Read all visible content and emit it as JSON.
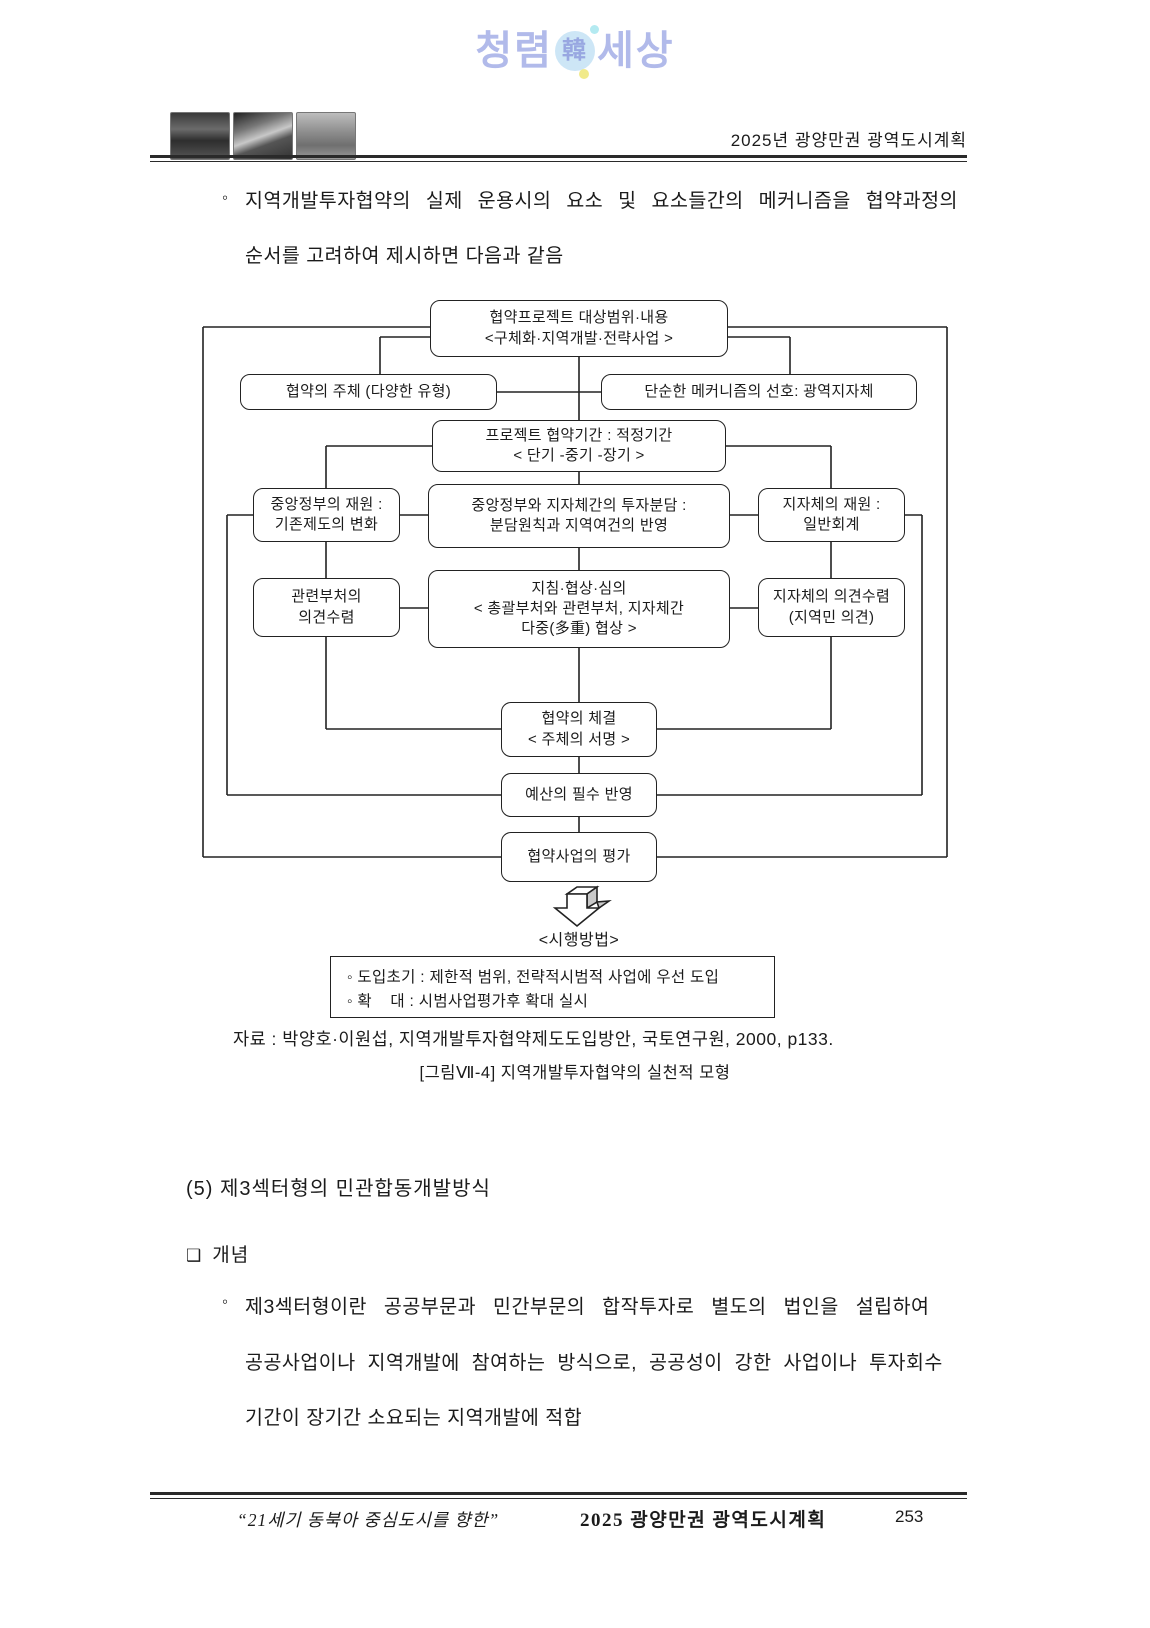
{
  "watermark": {
    "left": "청렴",
    "circle": "韓",
    "right": "세상"
  },
  "colors": {
    "watermark_text": "#a9b3e8",
    "watermark_circle": "#c8e4f6",
    "watermark_char": "#8d9ede",
    "watermark_dot_cyan": "#ace8f0",
    "watermark_dot_yellow": "#f0e87e",
    "line_color": "#222222"
  },
  "header": {
    "title": "2025년 광양만권 광역도시계획"
  },
  "intro": {
    "bullet": "◦",
    "line1": "지역개발투자협약의 실제 운용시의 요소 및 요소들간의 메커니즘을 협약과정의",
    "line2": "순서를 고려하여 제시하면 다음과 같음"
  },
  "diagram": {
    "boxes": {
      "project_scope": {
        "line1": "협약프로젝트 대상범위·내용",
        "line2": "<구체화·지역개발·전략사업 >"
      },
      "subject": {
        "line1": "협약의 주체 (다양한 유형)"
      },
      "mechanism": {
        "line1": "단순한 메커니즘의 선호: 광역지자체"
      },
      "period": {
        "line1": "프로젝트 협약기간 : 적정기간",
        "line2": "< 단기 -중기 -장기 >"
      },
      "central_fund": {
        "line1": "중앙정부의 재원 :",
        "line2": "기존제도의 변화"
      },
      "invest_share": {
        "line1": "중앙정부와 지자체간의 투자분담 :",
        "line2": "분담원칙과 지역여건의 반영"
      },
      "local_fund": {
        "line1": "지자체의 재원 :",
        "line2": "일반회계"
      },
      "related_opinion": {
        "line1": "관련부처의",
        "line2": "의견수렴"
      },
      "guideline": {
        "line1": "지침·협상·심의",
        "line2": "< 총괄부처와 관련부처, 지자체간",
        "line3": "다중(多重) 협상 >"
      },
      "local_opinion": {
        "line1": "지자체의 의견수렴",
        "line2": "(지역민 의견)"
      },
      "sign": {
        "line1": "협약의 체결",
        "line2": "< 주체의 서명 >"
      },
      "budget": {
        "line1": "예산의 필수 반영"
      },
      "evaluate": {
        "line1": "협약사업의 평가"
      }
    },
    "arrow_label": "<시행방법>",
    "note": {
      "line1": "◦ 도입초기 : 제한적 범위, 전략적시범적 사업에 우선 도입",
      "line2": "◦ 확    대 : 시범사업평가후 확대 실시"
    }
  },
  "source": "자료 : 박양호·이원섭, 지역개발투자협약제도도입방안, 국토연구원, 2000, p133.",
  "caption": "[그림Ⅶ-4] 지역개발투자협약의 실천적 모형",
  "section": {
    "heading": "(5) 제3섹터형의 민관합동개발방식",
    "sub_bullet": "❑",
    "sub_heading": "개념",
    "body_bullet": "◦",
    "body_line1": "제3섹터형이란 공공부문과 민간부문의 합작투자로 별도의 법인을 설립하여",
    "body_line2": "공공사업이나 지역개발에 참여하는 방식으로, 공공성이 강한 사업이나 투자회수",
    "body_line3": "기간이 장기간 소요되는 지역개발에 적합"
  },
  "footer": {
    "quote": "“21세기 동북아 중심도시를 향한”",
    "title": "2025 광양만권 광역도시계획",
    "page": "253"
  }
}
